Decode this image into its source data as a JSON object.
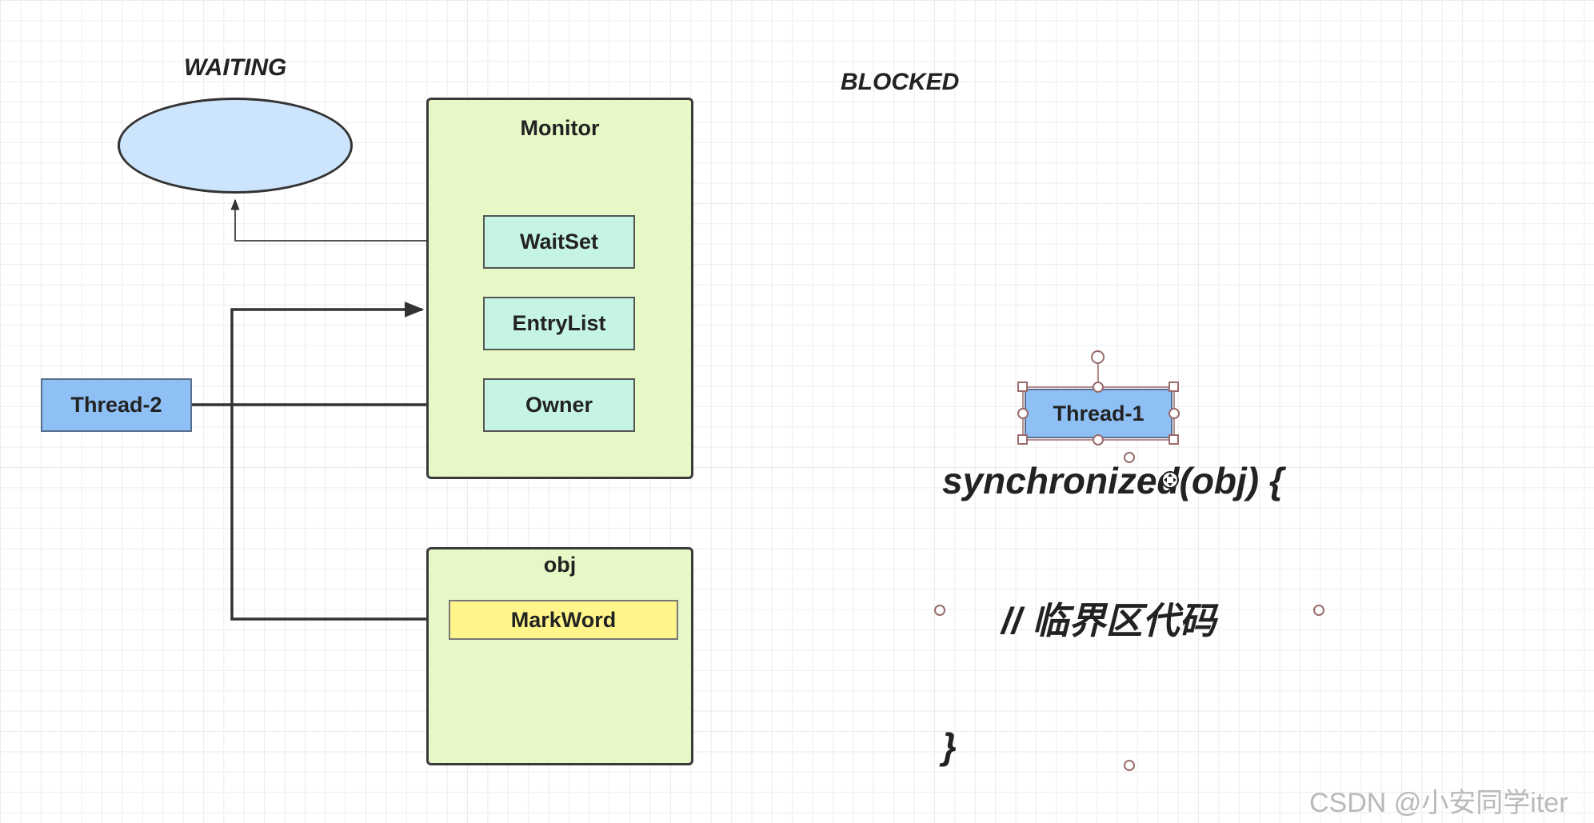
{
  "labels": {
    "waiting": "WAITING",
    "blocked": "BLOCKED"
  },
  "monitor": {
    "title": "Monitor",
    "wait_set": "WaitSet",
    "entry_list": "EntryList",
    "owner": "Owner"
  },
  "obj": {
    "title": "obj",
    "mark_word": "MarkWord"
  },
  "threads": {
    "thread_2": "Thread-2",
    "thread_1": "Thread-1"
  },
  "code": {
    "line1": "synchronized(obj) {",
    "line2": "// 临界区代码",
    "line3": "}"
  },
  "watermark": "CSDN @小安同学iter",
  "colors": {
    "monitor_fill": "#e6f8c6",
    "inner_box_fill": "#c6f4e3",
    "thread_fill": "#8ec0f6",
    "markword_fill": "#fff58a",
    "ellipse_fill": "#cce4fc"
  }
}
